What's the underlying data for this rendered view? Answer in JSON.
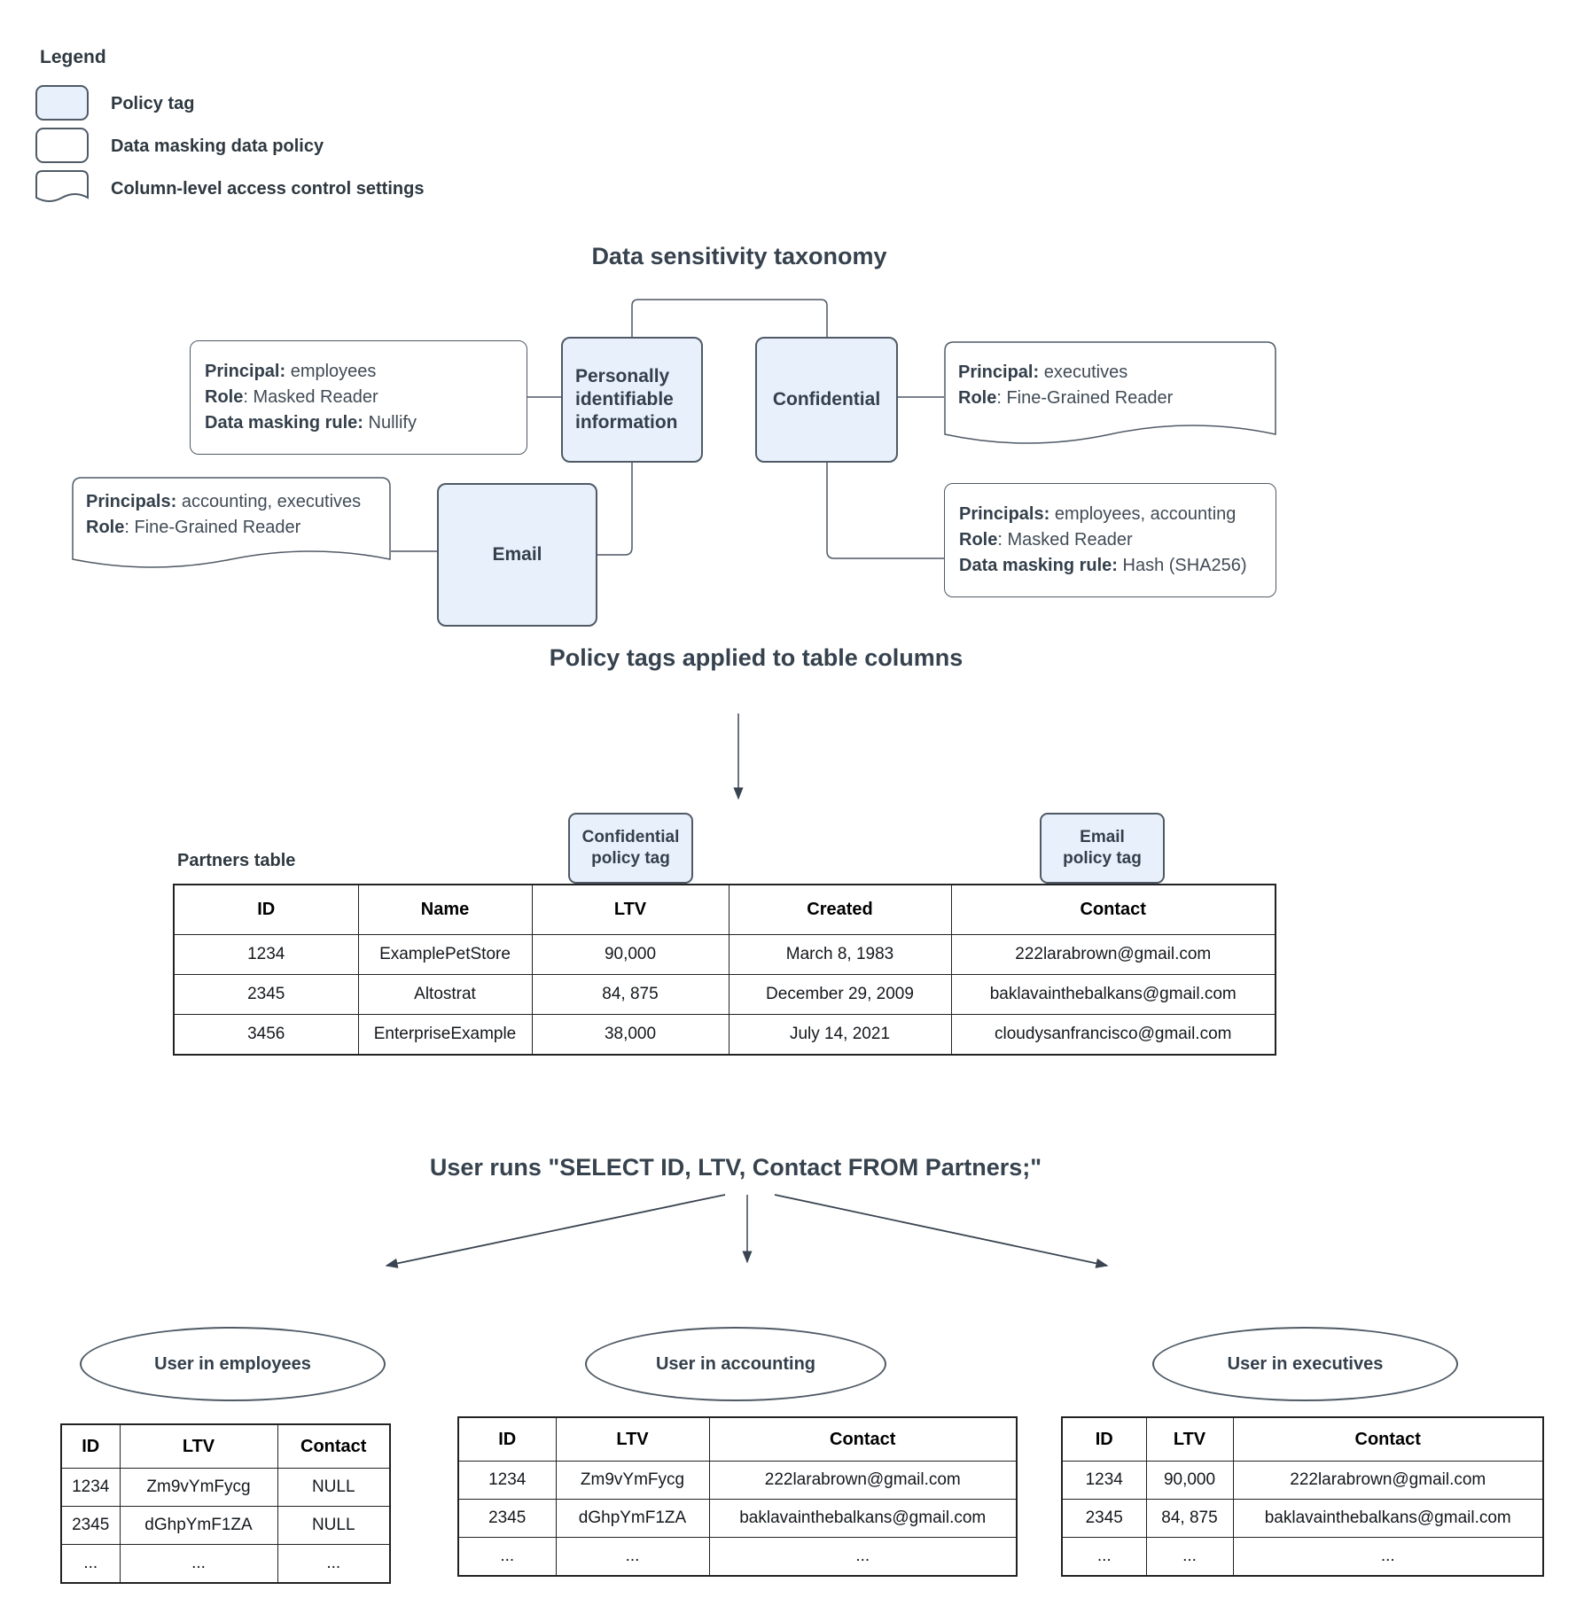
{
  "colors": {
    "policy_tag_fill": "#e8f0fb",
    "shape_border": "#4f5a66",
    "heading_text": "#36424e",
    "connector": "#4d5763"
  },
  "legend": {
    "title": "Legend",
    "items": [
      {
        "label": "Policy tag"
      },
      {
        "label": "Data masking data policy"
      },
      {
        "label": "Column-level access control settings"
      }
    ]
  },
  "taxonomy": {
    "title": "Data sensitivity taxonomy",
    "pii_label": "Personally identifiable information",
    "confidential_label": "Confidential",
    "email_label": "Email",
    "policy_employees": {
      "lines": [
        {
          "b": "Principal:",
          "r": " employees"
        },
        {
          "b": "Role",
          "r": ": Masked Reader"
        },
        {
          "b": "Data masking rule:",
          "r": " Nullify"
        }
      ]
    },
    "access_executives": {
      "lines": [
        {
          "b": "Principal:",
          "r": " executives"
        },
        {
          "b": "Role",
          "r": ": Fine-Grained Reader"
        }
      ]
    },
    "access_accounting_executives": {
      "lines": [
        {
          "b": "Principals:",
          "r": " accounting, executives"
        },
        {
          "b": "Role",
          "r": ": Fine-Grained Reader"
        }
      ]
    },
    "policy_employees_accounting": {
      "lines": [
        {
          "b": "Principals:",
          "r": " employees, accounting"
        },
        {
          "b": "Role",
          "r": ": Masked Reader"
        },
        {
          "b": "Data masking rule:",
          "r": " Hash (SHA256)"
        }
      ]
    }
  },
  "policy_section": {
    "title": "Policy tags applied to table columns",
    "partners_label": "Partners table",
    "confidential_tag": {
      "line1": "Confidential",
      "line2": "policy tag"
    },
    "email_tag": {
      "line1": "Email",
      "line2": "policy tag"
    }
  },
  "partners_table": {
    "columns": [
      "ID",
      "Name",
      "LTV",
      "Created",
      "Contact"
    ],
    "rows": [
      [
        "1234",
        "ExamplePetStore",
        "90,000",
        "March 8, 1983",
        "222larabrown@gmail.com"
      ],
      [
        "2345",
        "Altostrat",
        "84, 875",
        "December 29, 2009",
        "baklavainthebalkans@gmail.com"
      ],
      [
        "3456",
        "EnterpriseExample",
        "38,000",
        "July 14, 2021",
        "cloudysanfrancisco@gmail.com"
      ]
    ]
  },
  "query_section": {
    "title": "User runs \"SELECT ID, LTV, Contact FROM Partners;\""
  },
  "results": [
    {
      "group": "User in employees",
      "table": {
        "columns": [
          "ID",
          "LTV",
          "Contact"
        ],
        "rows": [
          [
            "1234",
            "Zm9vYmFycg",
            "NULL"
          ],
          [
            "2345",
            "dGhpYmF1ZA",
            "NULL"
          ],
          [
            "...",
            "...",
            "..."
          ]
        ]
      }
    },
    {
      "group": "User in accounting",
      "table": {
        "columns": [
          "ID",
          "LTV",
          "Contact"
        ],
        "rows": [
          [
            "1234",
            "Zm9vYmFycg",
            "222larabrown@gmail.com"
          ],
          [
            "2345",
            "dGhpYmF1ZA",
            "baklavainthebalkans@gmail.com"
          ],
          [
            "...",
            "...",
            "..."
          ]
        ]
      }
    },
    {
      "group": "User in executives",
      "table": {
        "columns": [
          "ID",
          "LTV",
          "Contact"
        ],
        "rows": [
          [
            "1234",
            "90,000",
            "222larabrown@gmail.com"
          ],
          [
            "2345",
            "84, 875",
            "baklavainthebalkans@gmail.com"
          ],
          [
            "...",
            "...",
            "..."
          ]
        ]
      }
    }
  ]
}
